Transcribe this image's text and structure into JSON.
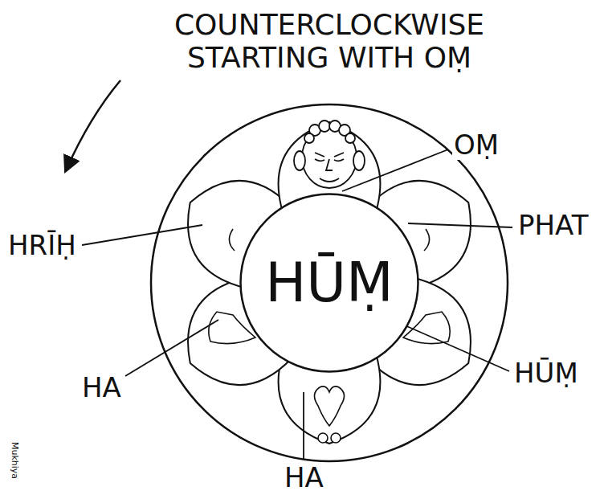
{
  "diagram": {
    "title": "COUNTERCLOCKWISE STARTING WITH OṂ",
    "nodes": [
      {
        "text": [
          "HŪṂ"
        ]
      }
    ],
    "labels": [
      "OṂ",
      "PHAT",
      "HŪṂ",
      "HA",
      "HA",
      "HRĪḤ",
      "Mukhiya"
    ]
  }
}
